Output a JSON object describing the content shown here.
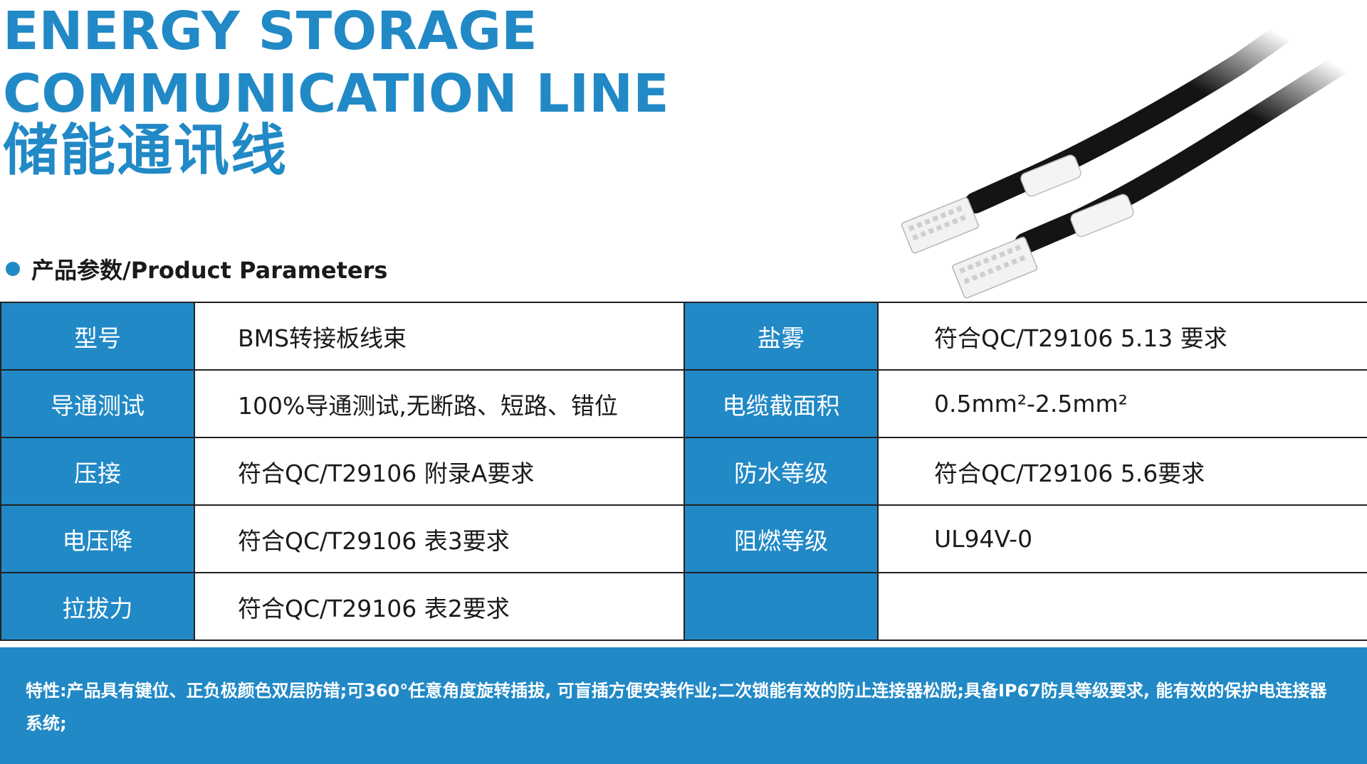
{
  "header": {
    "title_en_line1": "ENERGY STORAGE",
    "title_en_line2": "COMMUNICATION LINE",
    "title_cn": "储能通讯线"
  },
  "section": {
    "label": "产品参数/Product Parameters"
  },
  "params": {
    "rows": [
      {
        "k1": "型号",
        "v1": "BMS转接板线束",
        "k2": "盐雾",
        "v2": "符合QC/T29106 5.13 要求"
      },
      {
        "k1": "导通测试",
        "v1": "100%导通测试,无断路、短路、错位",
        "k2": "电缆截面积",
        "v2": "0.5mm²-2.5mm²"
      },
      {
        "k1": "压接",
        "v1": "符合QC/T29106 附录A要求",
        "k2": "防水等级",
        "v2": "符合QC/T29106 5.6要求"
      },
      {
        "k1": "电压降",
        "v1": "符合QC/T29106 表3要求",
        "k2": "阻燃等级",
        "v2": "UL94V-0"
      },
      {
        "k1": "拉拔力",
        "v1": "符合QC/T29106 表2要求",
        "k2": "",
        "v2": ""
      }
    ]
  },
  "features": {
    "text": "特性:产品具有键位、正负极颜色双层防错;可360°任意角度旋转插拔, 可盲插方便安装作业;二次锁能有效的防止连接器松脱;具备IP67防具等级要求, 能有效的保护电连接器系统;"
  },
  "colors": {
    "accent": "#2189c6",
    "text": "#1a1a1a",
    "border": "#222222",
    "cable": "#141414",
    "connector": "#f2f2f2"
  },
  "icons": {
    "section_bullet": "blue-dot-icon"
  }
}
